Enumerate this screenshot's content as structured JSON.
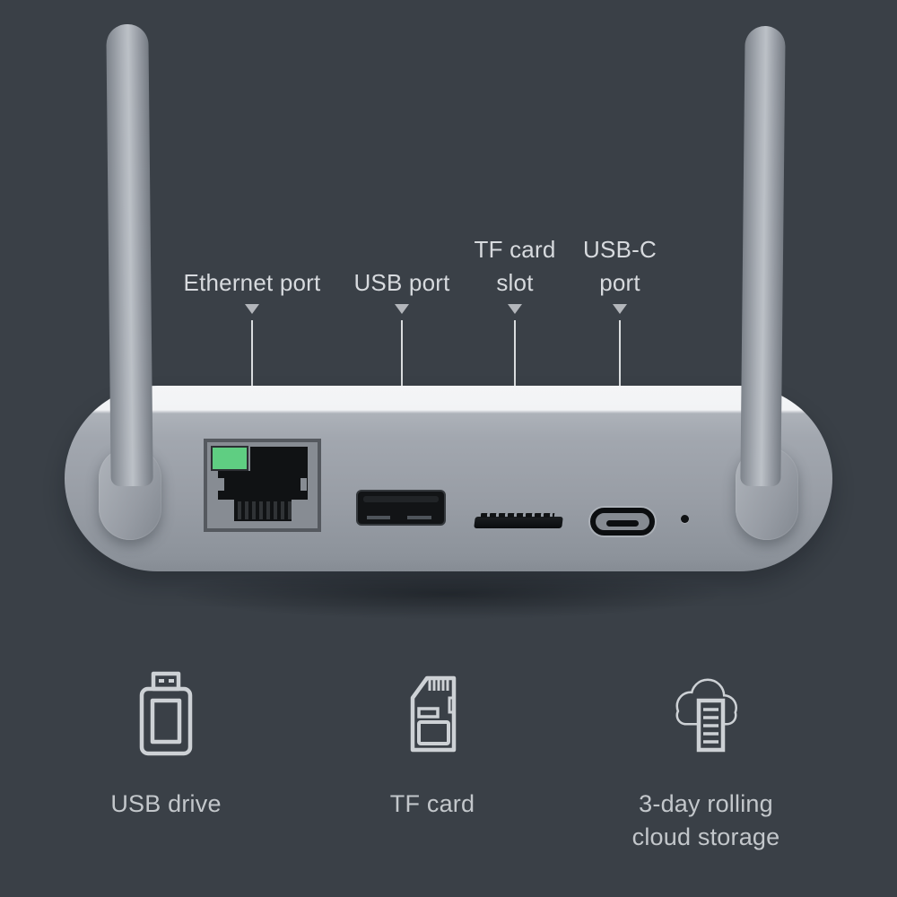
{
  "colors": {
    "background": "#3a4047",
    "device_body_gray": "#989da5",
    "device_top_white": "#f3f4f6",
    "antenna_gray": "#9aa0a8",
    "led_green": "#5fce82",
    "port_black": "#101214",
    "callout_text": "#d7dade",
    "caption_text": "#c3c7cb",
    "icon_stroke": "#cdd1d5"
  },
  "callouts": [
    {
      "id": "ethernet-port",
      "lines": [
        "Ethernet port"
      ]
    },
    {
      "id": "usb-port",
      "lines": [
        "USB port"
      ]
    },
    {
      "id": "tf-card-slot",
      "lines": [
        "TF card",
        "slot"
      ]
    },
    {
      "id": "usb-c-port",
      "lines": [
        "USB-C",
        "port"
      ]
    }
  ],
  "features": [
    {
      "id": "usb-drive",
      "lines": [
        "USB drive"
      ]
    },
    {
      "id": "tf-card",
      "lines": [
        "TF card"
      ]
    },
    {
      "id": "cloud-storage",
      "lines": [
        "3-day rolling",
        "cloud storage"
      ]
    }
  ]
}
